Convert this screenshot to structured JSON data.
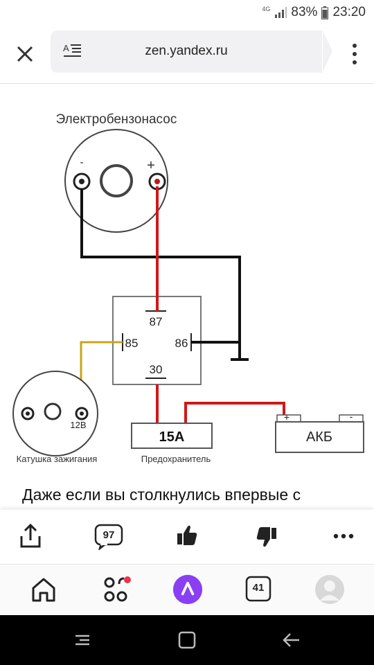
{
  "status_bar": {
    "network": "4G",
    "battery": "83%",
    "time": "23:20"
  },
  "browser": {
    "url": "zen.yandex.ru",
    "close_icon": "close-icon",
    "reader_icon": "reader-mode-icon",
    "menu_icon": "more-vertical-icon"
  },
  "diagram": {
    "pump_label": "Электробензонасос",
    "minus": "-",
    "plus": "+",
    "pin_87": "87",
    "pin_85": "85",
    "pin_86": "86",
    "pin_30": "30",
    "coil_terminal": "12В",
    "coil_label": "Катушка зажигания",
    "fuse_value": "15А",
    "fuse_label": "Предохранитель",
    "battery_plus": "+",
    "battery_minus": "-",
    "battery_label": "АКБ",
    "colors": {
      "wire_red": "#d01818",
      "wire_black": "#111111",
      "wire_yellow": "#c8a418"
    }
  },
  "article": {
    "text": "Даже если вы столкнулись впервые с"
  },
  "actions": {
    "share_icon": "share-icon",
    "comments_count": "97",
    "like_icon": "thumbs-up-icon",
    "dislike_icon": "thumbs-down-icon",
    "more_icon": "more-horizontal-icon"
  },
  "bottom_nav": {
    "home_icon": "home-icon",
    "services_icon": "services-grid-icon",
    "alice_icon": "alice-assistant-icon",
    "tabs_count": "41",
    "avatar_icon": "avatar-icon"
  },
  "system_nav": {
    "recents_icon": "recents-icon",
    "home_icon": "home-square-icon",
    "back_icon": "back-arrow-icon"
  }
}
